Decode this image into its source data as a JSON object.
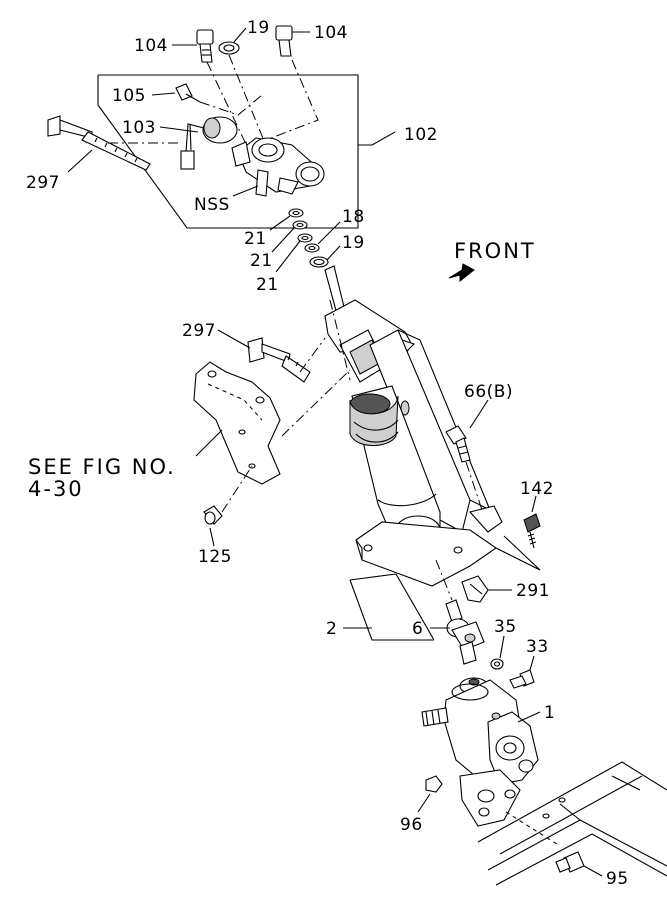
{
  "labels": {
    "p104_left": "104",
    "p19_top": "19",
    "p104_right": "104",
    "p105": "105",
    "p103": "103",
    "p102": "102",
    "p297_top": "297",
    "nss": "NSS",
    "p21_a": "21",
    "p21_b": "21",
    "p21_c": "21",
    "p18": "18",
    "p19_mid": "19",
    "front": "FRONT",
    "p297_mid": "297",
    "see_fig_line1": "SEE FIG NO.",
    "see_fig_line2": "4-30",
    "p66b": "66(B)",
    "p142": "142",
    "p125": "125",
    "p291": "291",
    "p2": "2",
    "p6": "6",
    "p35": "35",
    "p33": "33",
    "p1": "1",
    "p96": "96",
    "p95": "95"
  },
  "icons": {
    "front_arrow": "front-direction-arrow-icon"
  }
}
